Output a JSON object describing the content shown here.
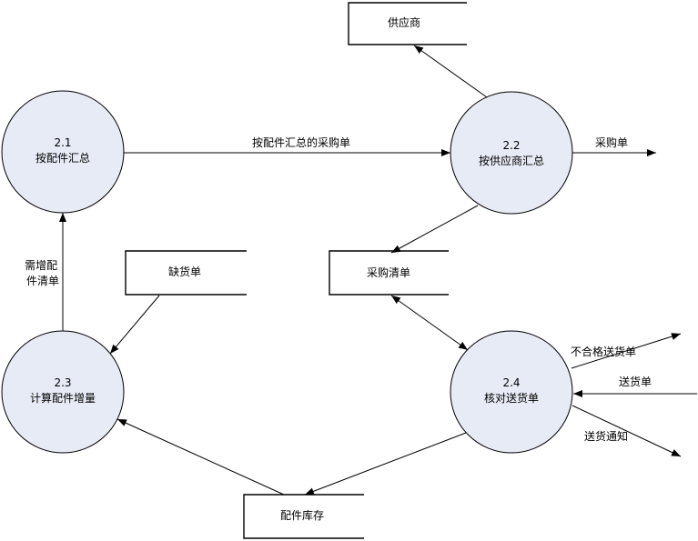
{
  "processes": [
    {
      "id": "2.1",
      "name": "按配件汇总"
    },
    {
      "id": "2.2",
      "name": "按供应商汇总"
    },
    {
      "id": "2.3",
      "name": "计算配件增量"
    },
    {
      "id": "2.4",
      "name": "核对送货单"
    }
  ],
  "stores": {
    "supplier": "供应商",
    "shortage": "缺货单",
    "purchase_list": "采购清单",
    "inventory": "配件库存"
  },
  "flows": {
    "summary_po": "按配件汇总的采购单",
    "po": "采购单",
    "needed_parts": [
      "需增配",
      "件清单"
    ],
    "rejected": "不合格送货单",
    "delivery": "送货单",
    "delivery_notice": "送货通知"
  },
  "colors": {
    "process_fill": "#e7ebf5"
  }
}
